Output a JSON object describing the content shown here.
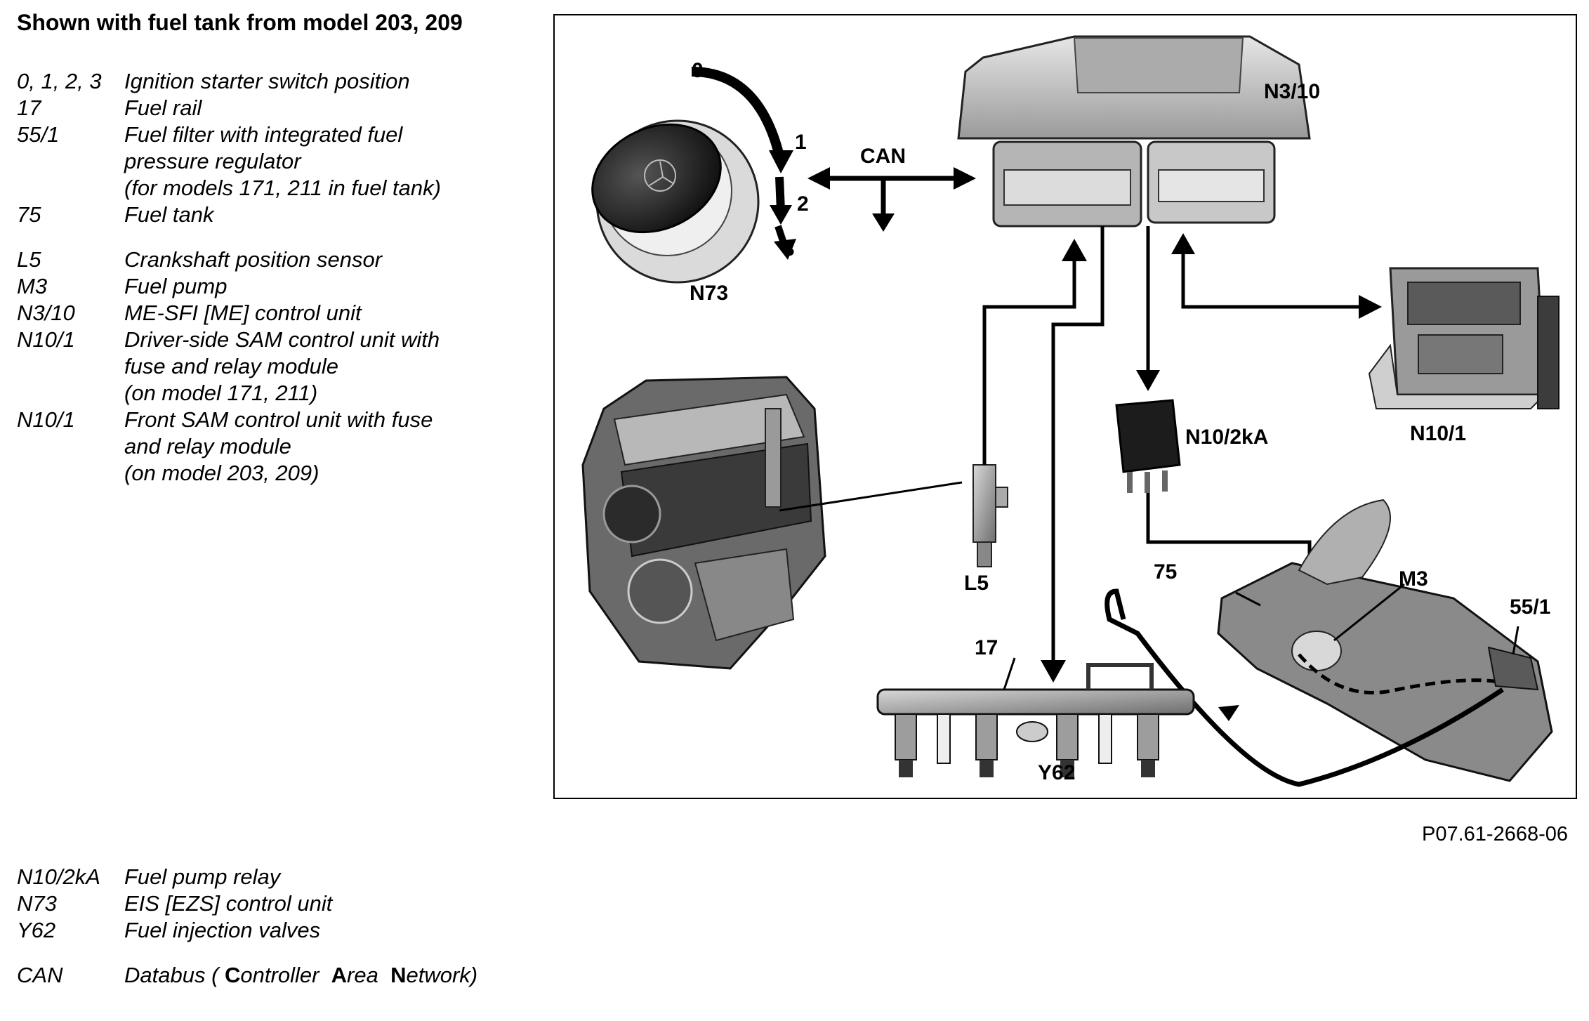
{
  "heading": "Shown with fuel tank from model 203, 209",
  "legend_top": [
    {
      "code": "0, 1, 2, 3",
      "desc": "Ignition starter switch position"
    },
    {
      "code": "17",
      "desc": "Fuel rail"
    },
    {
      "code": "55/1",
      "desc": "Fuel filter with integrated fuel\npressure regulator\n(for models 171, 211 in fuel tank)"
    },
    {
      "code": "75",
      "desc": "Fuel tank"
    },
    {
      "code": "L5",
      "desc": "Crankshaft position sensor"
    },
    {
      "code": "M3",
      "desc": "Fuel pump"
    },
    {
      "code": "N3/10",
      "desc": "ME-SFI [ME] control unit"
    },
    {
      "code": "N10/1",
      "desc": "Driver-side SAM control unit with\nfuse and relay module\n(on model 171, 211)"
    },
    {
      "code": "N10/1",
      "desc": "Front SAM control unit with fuse\nand relay module\n(on model 203, 209)"
    }
  ],
  "legend_bottom": [
    {
      "code": "N10/2kA",
      "desc": "Fuel pump relay"
    },
    {
      "code": "N73",
      "desc": "EIS [EZS] control unit"
    },
    {
      "code": "Y62",
      "desc": "Fuel injection valves"
    }
  ],
  "can_legend": {
    "code": "CAN",
    "prefix": "Databus (",
    "c_cap": "C",
    "c_rest": "ontroller",
    "a_cap": "A",
    "a_rest": "rea",
    "n_cap": "N",
    "n_rest": "etwork)"
  },
  "reference": "P07.61-2668-06",
  "diagram_labels": {
    "n3_10": "N3/10",
    "can": "CAN",
    "n73": "N73",
    "pos0": "0",
    "pos1": "1",
    "pos2": "2",
    "pos3": "3",
    "n10_1": "N10/1",
    "n10_2ka": "N10/2kA",
    "l5": "L5",
    "t75": "75",
    "m3": "M3",
    "f55_1": "55/1",
    "r17": "17",
    "y62": "Y62"
  }
}
